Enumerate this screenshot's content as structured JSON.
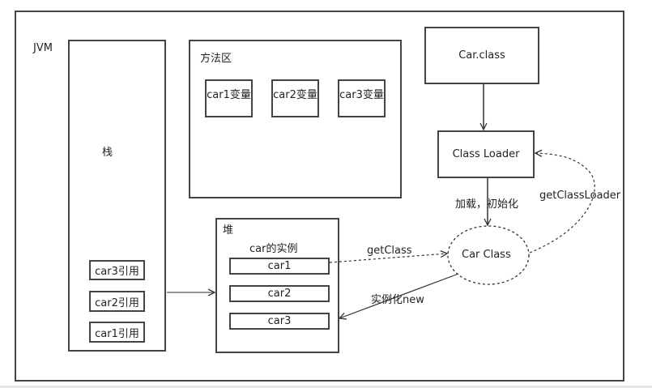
{
  "jvm": {
    "label": "JVM"
  },
  "stack": {
    "label": "栈",
    "refs": [
      "car3引用",
      "car2引用",
      "car1引用"
    ]
  },
  "method_area": {
    "label": "方法区",
    "vars": [
      "car1变量",
      "car2变量",
      "car3变量"
    ]
  },
  "heap": {
    "label": "堆",
    "subtitle": "car的实例",
    "instances": [
      "car1",
      "car2",
      "car3"
    ]
  },
  "class_file": {
    "label": "Car.class"
  },
  "class_loader": {
    "label": "Class Loader"
  },
  "car_class": {
    "label": "Car Class"
  },
  "edges": {
    "load_init": "加载，初始化",
    "get_class": "getClass",
    "get_class_loader": "getClassLoader",
    "instantiate": "实例化new"
  }
}
